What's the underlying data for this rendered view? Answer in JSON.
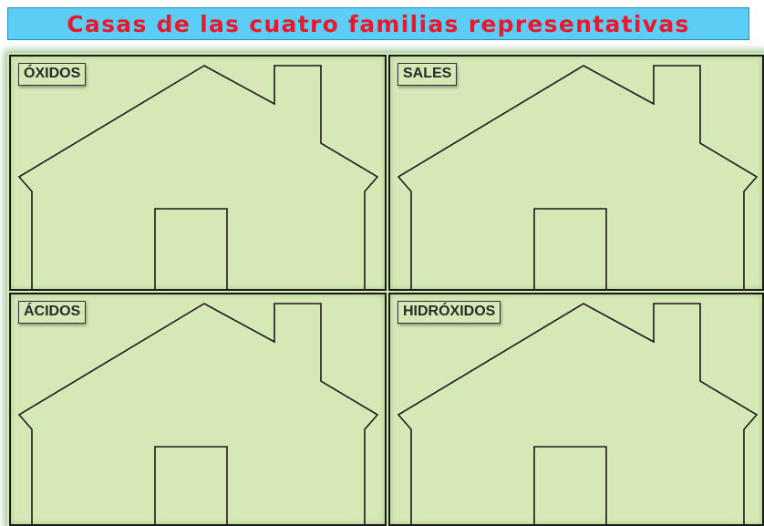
{
  "title": "Casas de las cuatro familias representativas",
  "colors": {
    "title_text": "#e8192c",
    "title_background": "#5ccdf5",
    "panel_background": "#d6e8b5",
    "outline": "#1a1a1a"
  },
  "panels": [
    {
      "label": "ÓXIDOS",
      "icon": "house-outline-icon"
    },
    {
      "label": "SALES",
      "icon": "house-outline-icon"
    },
    {
      "label": "ÁCIDOS",
      "icon": "house-outline-icon"
    },
    {
      "label": "HIDRÓXIDOS",
      "icon": "house-outline-icon"
    }
  ]
}
